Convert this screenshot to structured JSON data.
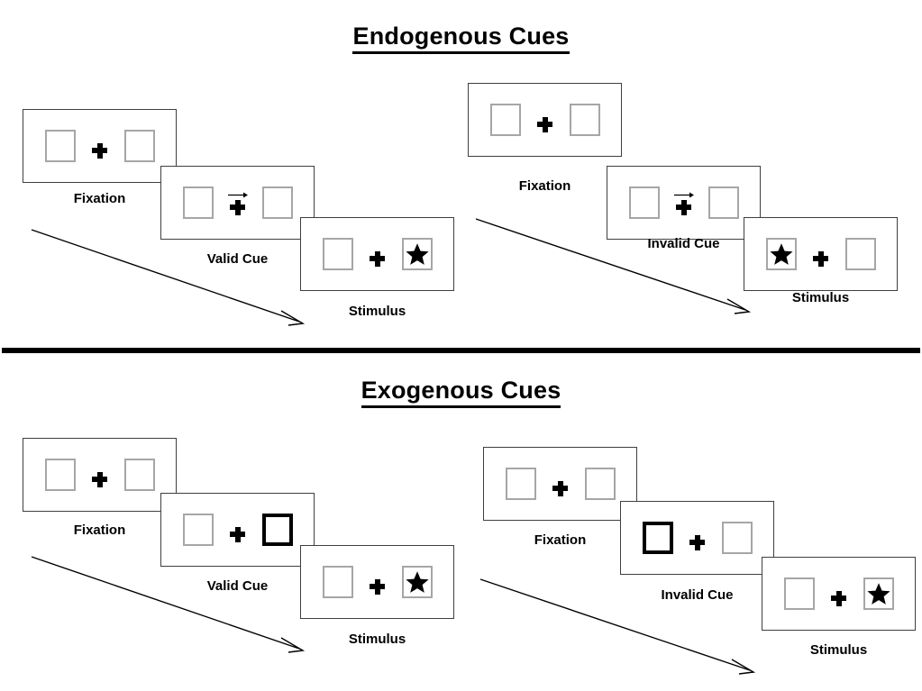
{
  "page": {
    "background_color": "#ffffff",
    "ink_color": "#000000",
    "box_outline_color": "#a6a6a6",
    "cued_box_outline_color": "#000000",
    "frame_outline_color": "#3f3f3f"
  },
  "sections": [
    {
      "id": "endogenous",
      "title": "Endogenous Cues",
      "title_underlined": true,
      "columns": [
        {
          "id": "endogenous-valid",
          "flow_arrow": {
            "label": "progress-arrow"
          },
          "steps": [
            {
              "caption": "Fixation",
              "cue_arrow": "none",
              "left_box": {
                "style": "plain",
                "content": "empty"
              },
              "right_box": {
                "style": "plain",
                "content": "empty"
              }
            },
            {
              "caption": "Valid Cue",
              "cue_arrow": "right",
              "left_box": {
                "style": "plain",
                "content": "empty"
              },
              "right_box": {
                "style": "plain",
                "content": "empty"
              }
            },
            {
              "caption": "Stimulus",
              "cue_arrow": "none",
              "left_box": {
                "style": "plain",
                "content": "empty"
              },
              "right_box": {
                "style": "plain",
                "content": "star"
              }
            }
          ]
        },
        {
          "id": "endogenous-invalid",
          "flow_arrow": {
            "label": "progress-arrow"
          },
          "steps": [
            {
              "caption": "Fixation",
              "cue_arrow": "none",
              "left_box": {
                "style": "plain",
                "content": "empty"
              },
              "right_box": {
                "style": "plain",
                "content": "empty"
              }
            },
            {
              "caption": "Invalid Cue",
              "cue_arrow": "right",
              "left_box": {
                "style": "plain",
                "content": "empty"
              },
              "right_box": {
                "style": "plain",
                "content": "empty"
              }
            },
            {
              "caption": "Stimulus",
              "cue_arrow": "none",
              "left_box": {
                "style": "plain",
                "content": "star"
              },
              "right_box": {
                "style": "plain",
                "content": "empty"
              }
            }
          ]
        }
      ]
    },
    {
      "id": "exogenous",
      "title": "Exogenous Cues",
      "title_underlined": true,
      "columns": [
        {
          "id": "exogenous-valid",
          "flow_arrow": {
            "label": "progress-arrow"
          },
          "steps": [
            {
              "caption": "Fixation",
              "cue_arrow": "none",
              "left_box": {
                "style": "plain",
                "content": "empty"
              },
              "right_box": {
                "style": "plain",
                "content": "empty"
              }
            },
            {
              "caption": "Valid Cue",
              "cue_arrow": "none",
              "left_box": {
                "style": "plain",
                "content": "empty"
              },
              "right_box": {
                "style": "thick",
                "content": "empty"
              }
            },
            {
              "caption": "Stimulus",
              "cue_arrow": "none",
              "left_box": {
                "style": "plain",
                "content": "empty"
              },
              "right_box": {
                "style": "plain",
                "content": "star"
              }
            }
          ]
        },
        {
          "id": "exogenous-invalid",
          "flow_arrow": {
            "label": "progress-arrow"
          },
          "steps": [
            {
              "caption": "Fixation",
              "cue_arrow": "none",
              "left_box": {
                "style": "plain",
                "content": "empty"
              },
              "right_box": {
                "style": "plain",
                "content": "empty"
              }
            },
            {
              "caption": "Invalid Cue",
              "cue_arrow": "none",
              "left_box": {
                "style": "thick",
                "content": "empty"
              },
              "right_box": {
                "style": "plain",
                "content": "empty"
              }
            },
            {
              "caption": "Stimulus",
              "cue_arrow": "none",
              "left_box": {
                "style": "plain",
                "content": "empty"
              },
              "right_box": {
                "style": "plain",
                "content": "star"
              }
            }
          ]
        }
      ]
    }
  ]
}
